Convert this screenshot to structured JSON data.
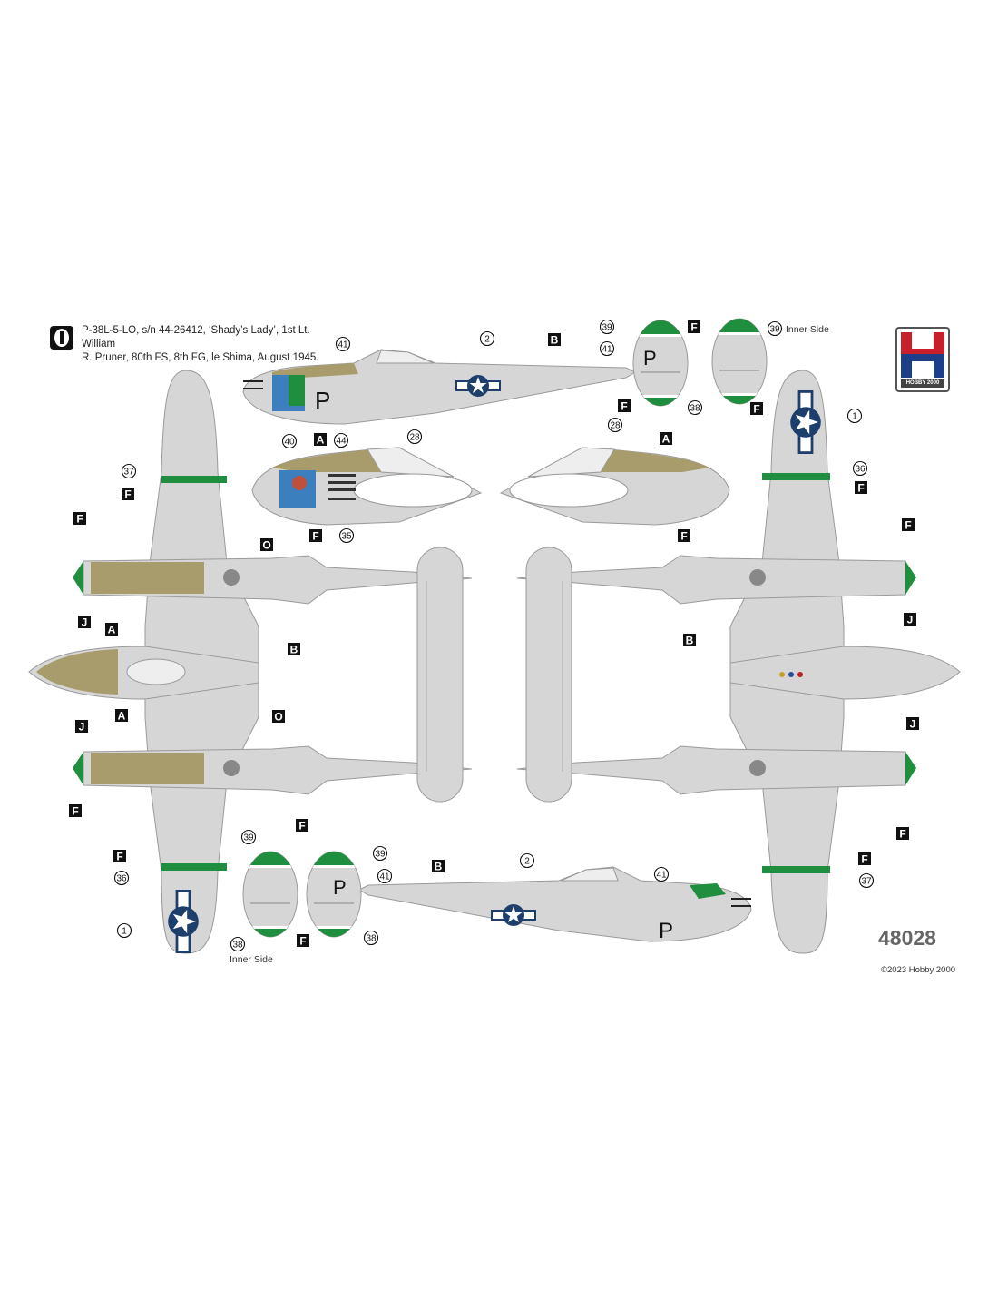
{
  "profile": {
    "number": "1",
    "caption_line1": "P-38L-5-LO, s/n 44-26412, ‘Shady’s Lady’, 1st Lt. William",
    "caption_line2": "R. Pruner, 80th FS, 8th FG, le Shima, August 1945."
  },
  "logo": {
    "text": "HOBBY 2000"
  },
  "product_code": "48028",
  "copyright": "©2023 Hobby 2000",
  "inner_side_label": "Inner Side",
  "code_letter": "P",
  "colors": {
    "camo_gray": "#d6d6d6",
    "olive_drab": "#a99c6c",
    "green": "#1f8f3f",
    "insignia_blue": "#1e3f6b"
  },
  "callouts": [
    {
      "type": "num",
      "label": "41"
    },
    {
      "type": "num",
      "label": "2"
    },
    {
      "type": "let",
      "label": "B"
    },
    {
      "type": "num",
      "label": "39"
    },
    {
      "type": "let",
      "label": "F"
    },
    {
      "type": "num",
      "label": "39"
    },
    {
      "type": "num",
      "label": "41"
    },
    {
      "type": "let",
      "label": "F"
    },
    {
      "type": "num",
      "label": "38"
    },
    {
      "type": "let",
      "label": "F"
    },
    {
      "type": "num",
      "label": "1"
    },
    {
      "type": "num",
      "label": "40"
    },
    {
      "type": "let",
      "label": "A"
    },
    {
      "type": "num",
      "label": "44"
    },
    {
      "type": "num",
      "label": "28"
    },
    {
      "type": "let",
      "label": "F"
    },
    {
      "type": "num",
      "label": "35"
    },
    {
      "type": "num",
      "label": "28"
    },
    {
      "type": "let",
      "label": "A"
    },
    {
      "type": "let",
      "label": "F"
    },
    {
      "type": "num",
      "label": "37"
    },
    {
      "type": "let",
      "label": "F"
    },
    {
      "type": "let",
      "label": "F"
    },
    {
      "type": "let",
      "label": "J"
    },
    {
      "type": "let",
      "label": "O"
    },
    {
      "type": "let",
      "label": "A"
    },
    {
      "type": "let",
      "label": "B"
    },
    {
      "type": "let",
      "label": "J"
    },
    {
      "type": "let",
      "label": "A"
    },
    {
      "type": "let",
      "label": "O"
    },
    {
      "type": "let",
      "label": "F"
    },
    {
      "type": "let",
      "label": "F"
    },
    {
      "type": "num",
      "label": "36"
    },
    {
      "type": "num",
      "label": "1"
    },
    {
      "type": "num",
      "label": "39"
    },
    {
      "type": "let",
      "label": "F"
    },
    {
      "type": "num",
      "label": "39"
    },
    {
      "type": "num",
      "label": "41"
    },
    {
      "type": "let",
      "label": "B"
    },
    {
      "type": "num",
      "label": "2"
    },
    {
      "type": "num",
      "label": "41"
    },
    {
      "type": "num",
      "label": "38"
    },
    {
      "type": "let",
      "label": "F"
    },
    {
      "type": "num",
      "label": "38"
    },
    {
      "type": "num",
      "label": "36"
    },
    {
      "type": "let",
      "label": "F"
    },
    {
      "type": "let",
      "label": "F"
    },
    {
      "type": "let",
      "label": "J"
    },
    {
      "type": "let",
      "label": "B"
    },
    {
      "type": "let",
      "label": "J"
    },
    {
      "type": "let",
      "label": "F"
    },
    {
      "type": "let",
      "label": "F"
    },
    {
      "type": "num",
      "label": "37"
    }
  ]
}
